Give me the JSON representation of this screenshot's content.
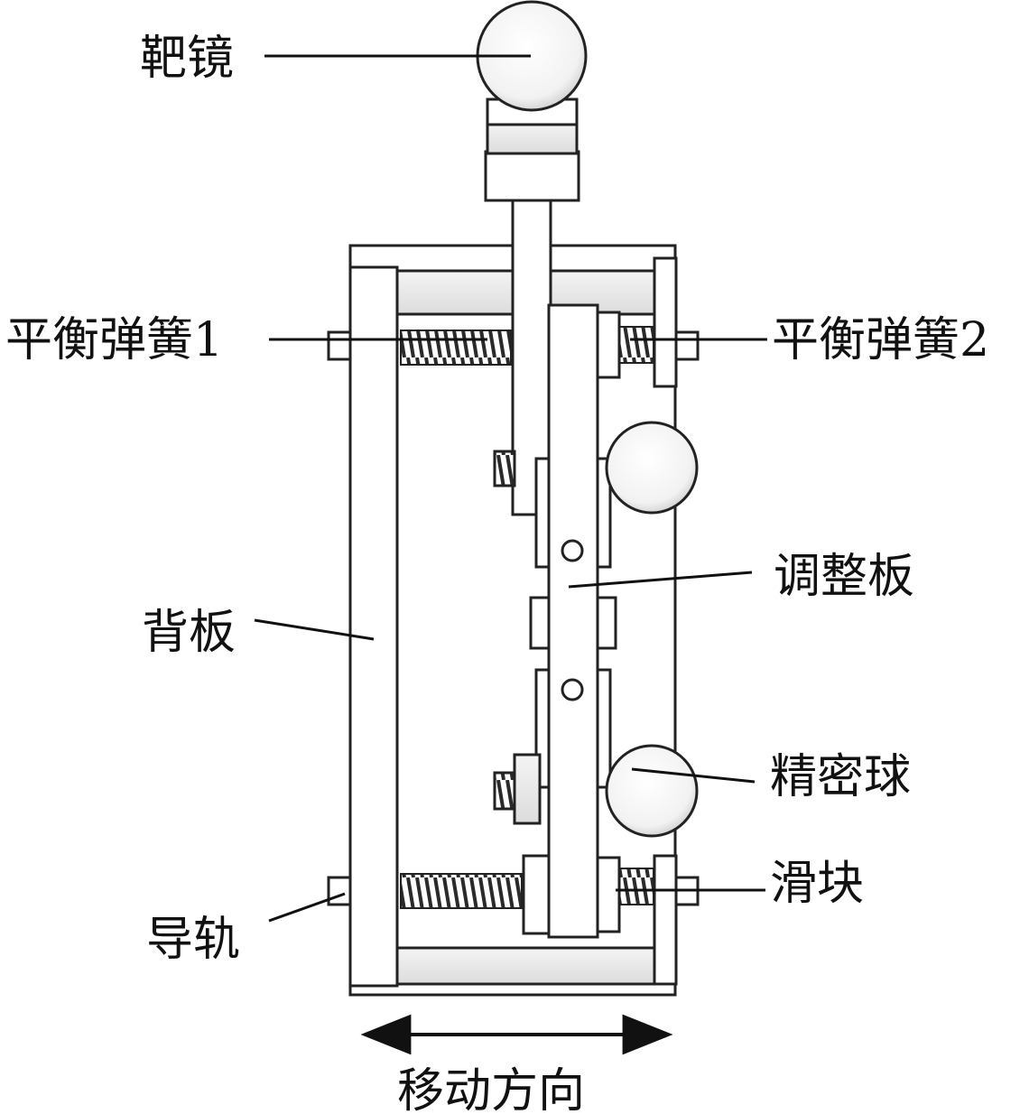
{
  "labels": {
    "target_mirror": "靶镜",
    "balance_spring_1": "平衡弹簧1",
    "balance_spring_2": "平衡弹簧2",
    "adjust_plate": "调整板",
    "back_plate": "背板",
    "precision_ball": "精密球",
    "slider": "滑块",
    "guide_rail": "导轨",
    "move_direction": "移动方向"
  },
  "colors": {
    "stroke": "#222222",
    "part_fill": "#ffffff",
    "shade": "#cfcfcf",
    "spring": "#333333"
  }
}
